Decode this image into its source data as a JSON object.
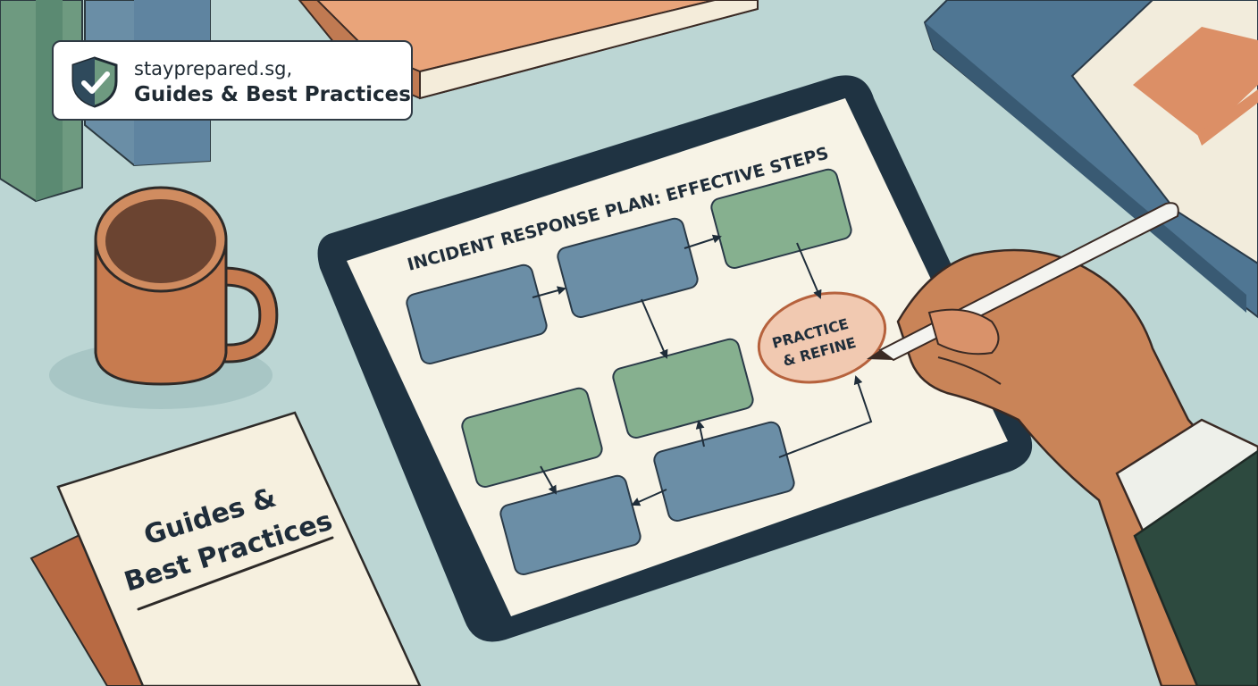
{
  "badge": {
    "site": "stayprepared.sg,",
    "title": "Guides & Best Practices",
    "icon": "shield-check-icon"
  },
  "tablet": {
    "heading": "INCIDENT RESPONSE PLAN: EFFECTIVE STEPS",
    "highlight_line1": "PRACTICE",
    "highlight_line2": "& REFINE"
  },
  "booklet": {
    "title_line1": "Guides &",
    "title_line2": "Best Practices"
  },
  "colors": {
    "background": "#bcd6d4",
    "blue_step": "#6b8ea6",
    "green_step": "#86b08f",
    "highlight": "#f1c9b1",
    "highlight_ring": "#b6623d",
    "tablet_frame": "#1f3342",
    "screen": "#f7f3e6"
  }
}
